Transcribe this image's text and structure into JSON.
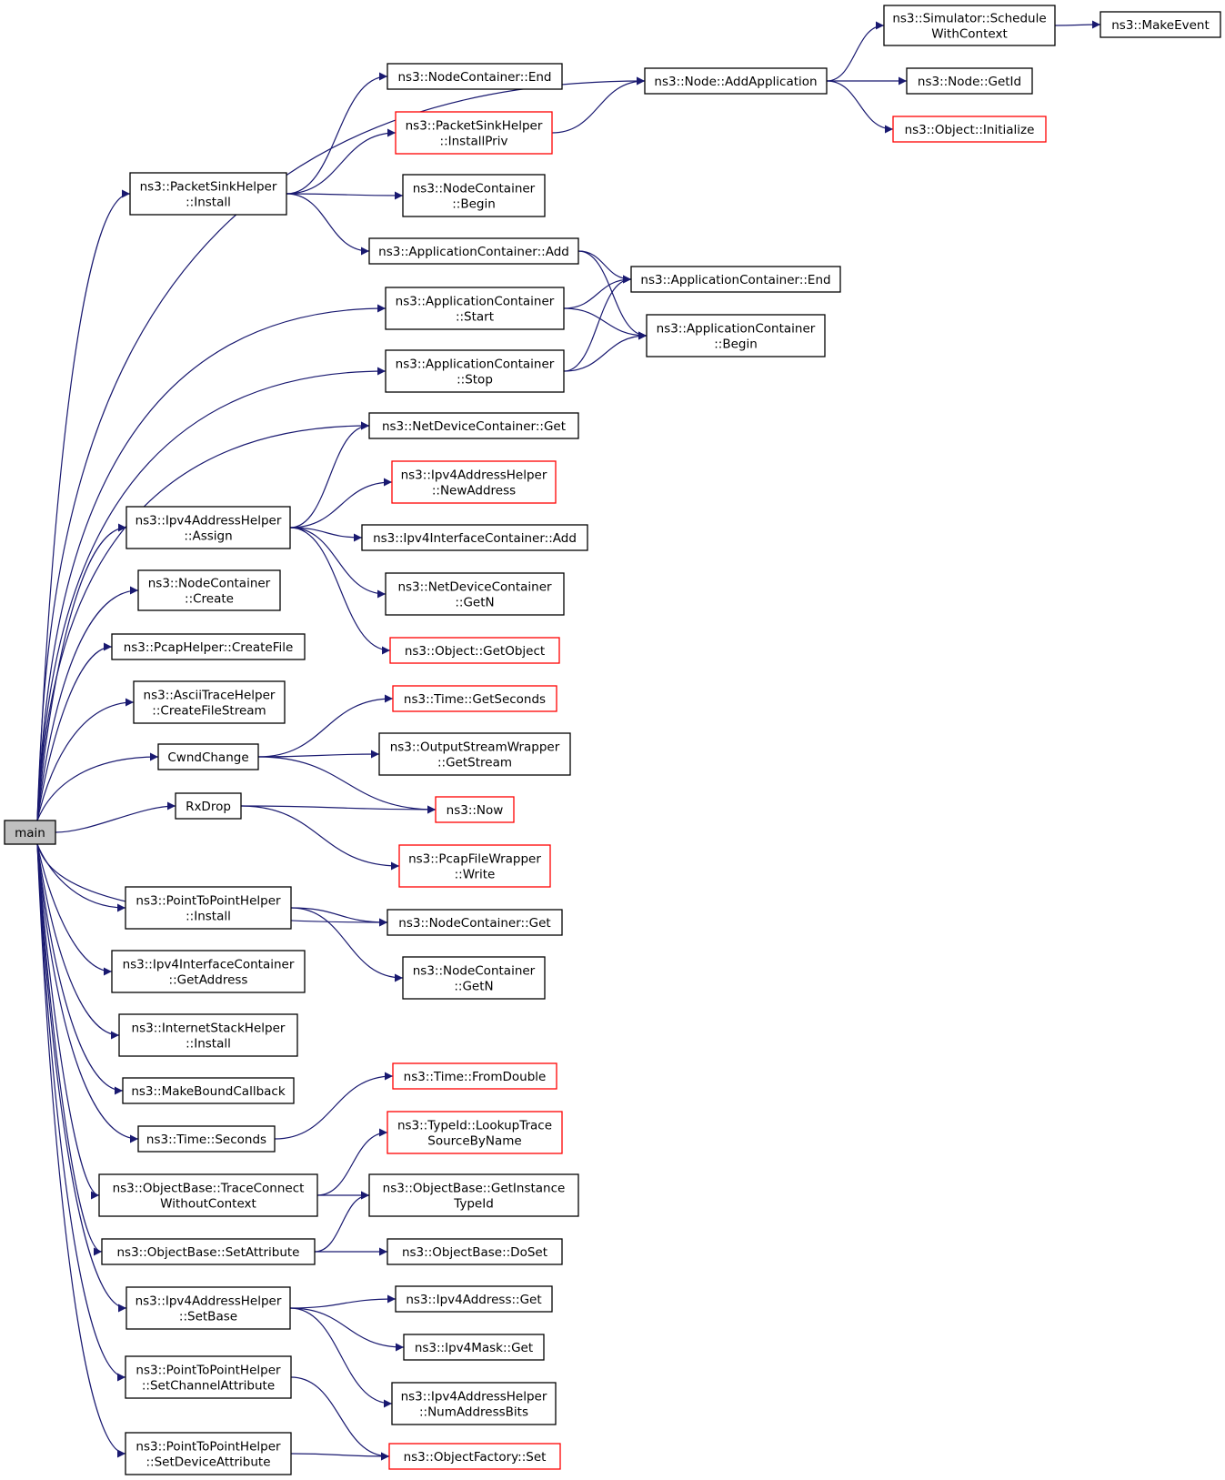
{
  "nodes": {
    "main": {
      "lines": [
        "main"
      ],
      "style": "root"
    },
    "pkt_install": {
      "lines": [
        "ns3::PacketSinkHelper",
        "::Install"
      ],
      "style": "black"
    },
    "nc_end": {
      "lines": [
        "ns3::NodeContainer::End"
      ],
      "style": "black"
    },
    "pkt_installpriv": {
      "lines": [
        "ns3::PacketSinkHelper",
        "::InstallPriv"
      ],
      "style": "red"
    },
    "nc_begin": {
      "lines": [
        "ns3::NodeContainer",
        "::Begin"
      ],
      "style": "black"
    },
    "ac_add": {
      "lines": [
        "ns3::ApplicationContainer::Add"
      ],
      "style": "black"
    },
    "node_addapp": {
      "lines": [
        "ns3::Node::AddApplication"
      ],
      "style": "black"
    },
    "sim_schedule": {
      "lines": [
        "ns3::Simulator::Schedule",
        "WithContext"
      ],
      "style": "black"
    },
    "make_event": {
      "lines": [
        "ns3::MakeEvent"
      ],
      "style": "black"
    },
    "node_getid": {
      "lines": [
        "ns3::Node::GetId"
      ],
      "style": "black"
    },
    "obj_initialize": {
      "lines": [
        "ns3::Object::Initialize"
      ],
      "style": "red"
    },
    "ac_end": {
      "lines": [
        "ns3::ApplicationContainer::End"
      ],
      "style": "black"
    },
    "ac_begin": {
      "lines": [
        "ns3::ApplicationContainer",
        "::Begin"
      ],
      "style": "black"
    },
    "ac_start": {
      "lines": [
        "ns3::ApplicationContainer",
        "::Start"
      ],
      "style": "black"
    },
    "ac_stop": {
      "lines": [
        "ns3::ApplicationContainer",
        "::Stop"
      ],
      "style": "black"
    },
    "ndc_get": {
      "lines": [
        "ns3::NetDeviceContainer::Get"
      ],
      "style": "black"
    },
    "ipv4ah_assign": {
      "lines": [
        "ns3::Ipv4AddressHelper",
        "::Assign"
      ],
      "style": "black"
    },
    "ipv4ah_newaddr": {
      "lines": [
        "ns3::Ipv4AddressHelper",
        "::NewAddress"
      ],
      "style": "red"
    },
    "ipv4ic_add": {
      "lines": [
        "ns3::Ipv4InterfaceContainer::Add"
      ],
      "style": "black"
    },
    "ndc_getn": {
      "lines": [
        "ns3::NetDeviceContainer",
        "::GetN"
      ],
      "style": "black"
    },
    "obj_getobject": {
      "lines": [
        "ns3::Object::GetObject"
      ],
      "style": "red"
    },
    "nc_create": {
      "lines": [
        "ns3::NodeContainer",
        "::Create"
      ],
      "style": "black"
    },
    "pcap_createfile": {
      "lines": [
        "ns3::PcapHelper::CreateFile"
      ],
      "style": "black"
    },
    "ascii_createfs": {
      "lines": [
        "ns3::AsciiTraceHelper",
        "::CreateFileStream"
      ],
      "style": "black"
    },
    "cwnd_change": {
      "lines": [
        "CwndChange"
      ],
      "style": "black"
    },
    "time_getseconds": {
      "lines": [
        "ns3::Time::GetSeconds"
      ],
      "style": "red"
    },
    "osw_getstream": {
      "lines": [
        "ns3::OutputStreamWrapper",
        "::GetStream"
      ],
      "style": "black"
    },
    "rx_drop": {
      "lines": [
        "RxDrop"
      ],
      "style": "black"
    },
    "now": {
      "lines": [
        "ns3::Now"
      ],
      "style": "red"
    },
    "pcapfw_write": {
      "lines": [
        "ns3::PcapFileWrapper",
        "::Write"
      ],
      "style": "red"
    },
    "p2p_install": {
      "lines": [
        "ns3::PointToPointHelper",
        "::Install"
      ],
      "style": "black"
    },
    "nc_get": {
      "lines": [
        "ns3::NodeContainer::Get"
      ],
      "style": "black"
    },
    "nc_getn": {
      "lines": [
        "ns3::NodeContainer",
        "::GetN"
      ],
      "style": "black"
    },
    "ipv4ic_getaddr": {
      "lines": [
        "ns3::Ipv4InterfaceContainer",
        "::GetAddress"
      ],
      "style": "black"
    },
    "ish_install": {
      "lines": [
        "ns3::InternetStackHelper",
        "::Install"
      ],
      "style": "black"
    },
    "make_bound_cb": {
      "lines": [
        "ns3::MakeBoundCallback"
      ],
      "style": "black"
    },
    "time_seconds": {
      "lines": [
        "ns3::Time::Seconds"
      ],
      "style": "black"
    },
    "time_fromdouble": {
      "lines": [
        "ns3::Time::FromDouble"
      ],
      "style": "red"
    },
    "typeid_lookup": {
      "lines": [
        "ns3::TypeId::LookupTrace",
        "SourceByName"
      ],
      "style": "red"
    },
    "ob_traceconnect": {
      "lines": [
        "ns3::ObjectBase::TraceConnect",
        "WithoutContext"
      ],
      "style": "black"
    },
    "ob_getinstance": {
      "lines": [
        "ns3::ObjectBase::GetInstance",
        "TypeId"
      ],
      "style": "black"
    },
    "ob_setattr": {
      "lines": [
        "ns3::ObjectBase::SetAttribute"
      ],
      "style": "black"
    },
    "ob_doset": {
      "lines": [
        "ns3::ObjectBase::DoSet"
      ],
      "style": "black"
    },
    "ipv4ah_setbase": {
      "lines": [
        "ns3::Ipv4AddressHelper",
        "::SetBase"
      ],
      "style": "black"
    },
    "ipv4addr_get": {
      "lines": [
        "ns3::Ipv4Address::Get"
      ],
      "style": "black"
    },
    "ipv4mask_get": {
      "lines": [
        "ns3::Ipv4Mask::Get"
      ],
      "style": "black"
    },
    "ipv4ah_numbits": {
      "lines": [
        "ns3::Ipv4AddressHelper",
        "::NumAddressBits"
      ],
      "style": "black"
    },
    "p2p_setchannel": {
      "lines": [
        "ns3::PointToPointHelper",
        "::SetChannelAttribute"
      ],
      "style": "black"
    },
    "p2p_setdevice": {
      "lines": [
        "ns3::PointToPointHelper",
        "::SetDeviceAttribute"
      ],
      "style": "black"
    },
    "objfactory_set": {
      "lines": [
        "ns3::ObjectFactory::Set"
      ],
      "style": "red"
    }
  },
  "edges": [
    [
      "main",
      "node_addapp"
    ],
    [
      "main",
      "pkt_install"
    ],
    [
      "main",
      "ac_start"
    ],
    [
      "main",
      "ac_stop"
    ],
    [
      "main",
      "ndc_get"
    ],
    [
      "main",
      "ipv4ah_assign"
    ],
    [
      "main",
      "nc_create"
    ],
    [
      "main",
      "pcap_createfile"
    ],
    [
      "main",
      "ascii_createfs"
    ],
    [
      "main",
      "cwnd_change"
    ],
    [
      "main",
      "rx_drop"
    ],
    [
      "main",
      "nc_get"
    ],
    [
      "main",
      "p2p_install"
    ],
    [
      "main",
      "ipv4ic_getaddr"
    ],
    [
      "main",
      "ish_install"
    ],
    [
      "main",
      "make_bound_cb"
    ],
    [
      "main",
      "time_seconds"
    ],
    [
      "main",
      "ob_traceconnect"
    ],
    [
      "main",
      "ob_setattr"
    ],
    [
      "main",
      "ipv4ah_setbase"
    ],
    [
      "main",
      "p2p_setchannel"
    ],
    [
      "main",
      "p2p_setdevice"
    ],
    [
      "pkt_install",
      "nc_end"
    ],
    [
      "pkt_install",
      "pkt_installpriv"
    ],
    [
      "pkt_install",
      "nc_begin"
    ],
    [
      "pkt_install",
      "ac_add"
    ],
    [
      "pkt_installpriv",
      "node_addapp"
    ],
    [
      "node_addapp",
      "sim_schedule"
    ],
    [
      "node_addapp",
      "node_getid"
    ],
    [
      "node_addapp",
      "obj_initialize"
    ],
    [
      "sim_schedule",
      "make_event"
    ],
    [
      "ac_add",
      "ac_end"
    ],
    [
      "ac_add",
      "ac_begin"
    ],
    [
      "ac_start",
      "ac_end"
    ],
    [
      "ac_start",
      "ac_begin"
    ],
    [
      "ac_stop",
      "ac_end"
    ],
    [
      "ac_stop",
      "ac_begin"
    ],
    [
      "ipv4ah_assign",
      "ndc_get"
    ],
    [
      "ipv4ah_assign",
      "ipv4ah_newaddr"
    ],
    [
      "ipv4ah_assign",
      "ipv4ic_add"
    ],
    [
      "ipv4ah_assign",
      "ndc_getn"
    ],
    [
      "ipv4ah_assign",
      "obj_getobject"
    ],
    [
      "cwnd_change",
      "time_getseconds"
    ],
    [
      "cwnd_change",
      "osw_getstream"
    ],
    [
      "cwnd_change",
      "now"
    ],
    [
      "rx_drop",
      "now"
    ],
    [
      "rx_drop",
      "pcapfw_write"
    ],
    [
      "p2p_install",
      "nc_get"
    ],
    [
      "p2p_install",
      "nc_getn"
    ],
    [
      "time_seconds",
      "time_fromdouble"
    ],
    [
      "ob_traceconnect",
      "typeid_lookup"
    ],
    [
      "ob_traceconnect",
      "ob_getinstance"
    ],
    [
      "ob_setattr",
      "ob_getinstance"
    ],
    [
      "ob_setattr",
      "ob_doset"
    ],
    [
      "ipv4ah_setbase",
      "ipv4addr_get"
    ],
    [
      "ipv4ah_setbase",
      "ipv4mask_get"
    ],
    [
      "ipv4ah_setbase",
      "ipv4ah_numbits"
    ],
    [
      "p2p_setchannel",
      "objfactory_set"
    ],
    [
      "p2p_setdevice",
      "objfactory_set"
    ]
  ],
  "colors": {
    "edge": "#191970",
    "root_fill": "#bfbfbf",
    "red_border": "#ff0000",
    "black_border": "#000000"
  }
}
